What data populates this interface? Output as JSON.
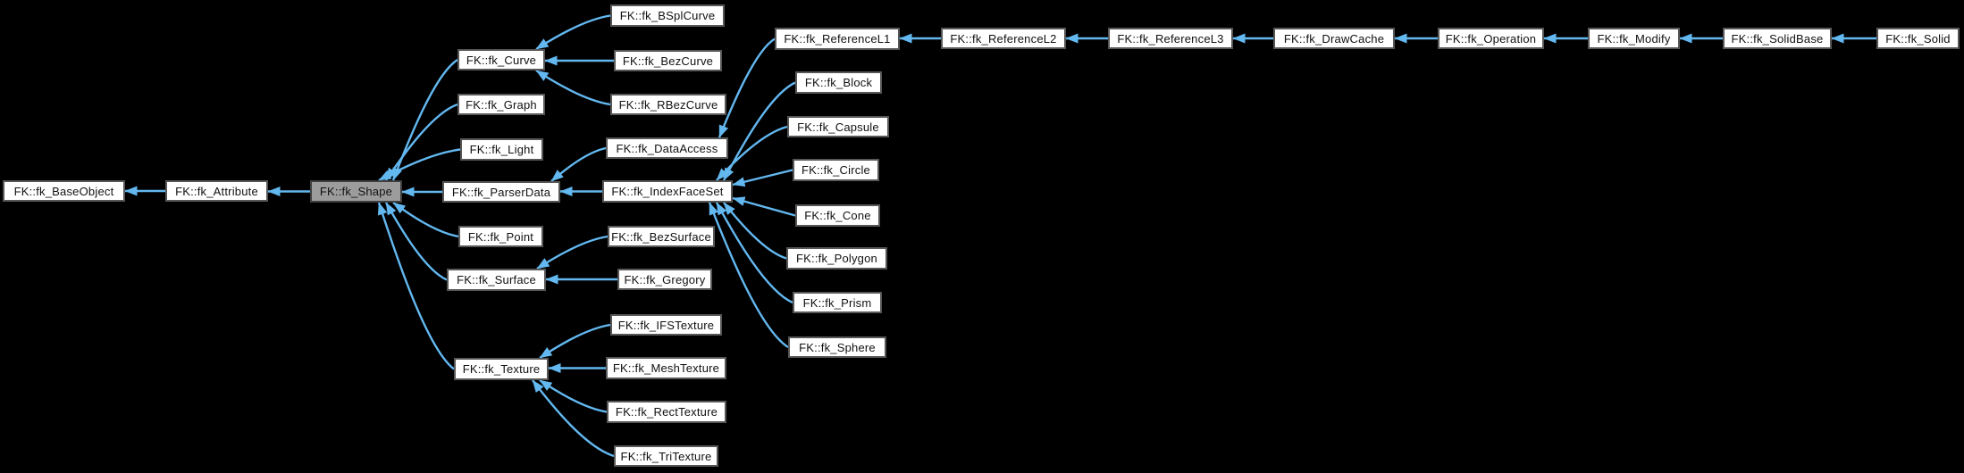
{
  "diagram": {
    "type": "class-inheritance-graph",
    "background_color": "#000000",
    "edge_color": "#63b8f0",
    "node_fill": "#ffffff",
    "node_border_color": "#575757",
    "highlight_node_fill": "#9c9c9c",
    "highlight_node_border_color": "#3f3f3f",
    "text_color": "#111111",
    "highlighted_node": "fk_Shape",
    "nodes": [
      {
        "id": "fk_BaseObject",
        "label": "FK::fk_BaseObject"
      },
      {
        "id": "fk_Attribute",
        "label": "FK::fk_Attribute"
      },
      {
        "id": "fk_Shape",
        "label": "FK::fk_Shape"
      },
      {
        "id": "fk_Curve",
        "label": "FK::fk_Curve"
      },
      {
        "id": "fk_Graph",
        "label": "FK::fk_Graph"
      },
      {
        "id": "fk_Light",
        "label": "FK::fk_Light"
      },
      {
        "id": "fk_ParserData",
        "label": "FK::fk_ParserData"
      },
      {
        "id": "fk_Point",
        "label": "FK::fk_Point"
      },
      {
        "id": "fk_Surface",
        "label": "FK::fk_Surface"
      },
      {
        "id": "fk_Texture",
        "label": "FK::fk_Texture"
      },
      {
        "id": "fk_BSplCurve",
        "label": "FK::fk_BSplCurve"
      },
      {
        "id": "fk_BezCurve",
        "label": "FK::fk_BezCurve"
      },
      {
        "id": "fk_RBezCurve",
        "label": "FK::fk_RBezCurve"
      },
      {
        "id": "fk_DataAccess",
        "label": "FK::fk_DataAccess"
      },
      {
        "id": "fk_IndexFaceSet",
        "label": "FK::fk_IndexFaceSet"
      },
      {
        "id": "fk_BezSurface",
        "label": "FK::fk_BezSurface"
      },
      {
        "id": "fk_Gregory",
        "label": "FK::fk_Gregory"
      },
      {
        "id": "fk_IFSTexture",
        "label": "FK::fk_IFSTexture"
      },
      {
        "id": "fk_MeshTexture",
        "label": "FK::fk_MeshTexture"
      },
      {
        "id": "fk_RectTexture",
        "label": "FK::fk_RectTexture"
      },
      {
        "id": "fk_TriTexture",
        "label": "FK::fk_TriTexture"
      },
      {
        "id": "fk_ReferenceL1",
        "label": "FK::fk_ReferenceL1"
      },
      {
        "id": "fk_Block",
        "label": "FK::fk_Block"
      },
      {
        "id": "fk_Capsule",
        "label": "FK::fk_Capsule"
      },
      {
        "id": "fk_Circle",
        "label": "FK::fk_Circle"
      },
      {
        "id": "fk_Cone",
        "label": "FK::fk_Cone"
      },
      {
        "id": "fk_Polygon",
        "label": "FK::fk_Polygon"
      },
      {
        "id": "fk_Prism",
        "label": "FK::fk_Prism"
      },
      {
        "id": "fk_Sphere",
        "label": "FK::fk_Sphere"
      },
      {
        "id": "fk_ReferenceL2",
        "label": "FK::fk_ReferenceL2"
      },
      {
        "id": "fk_ReferenceL3",
        "label": "FK::fk_ReferenceL3"
      },
      {
        "id": "fk_DrawCache",
        "label": "FK::fk_DrawCache"
      },
      {
        "id": "fk_Operation",
        "label": "FK::fk_Operation"
      },
      {
        "id": "fk_Modify",
        "label": "FK::fk_Modify"
      },
      {
        "id": "fk_SolidBase",
        "label": "FK::fk_SolidBase"
      },
      {
        "id": "fk_Solid",
        "label": "FK::fk_Solid"
      }
    ],
    "edges": [
      {
        "from": "fk_Attribute",
        "to": "fk_BaseObject"
      },
      {
        "from": "fk_Shape",
        "to": "fk_Attribute"
      },
      {
        "from": "fk_Curve",
        "to": "fk_Shape"
      },
      {
        "from": "fk_Graph",
        "to": "fk_Shape"
      },
      {
        "from": "fk_Light",
        "to": "fk_Shape"
      },
      {
        "from": "fk_ParserData",
        "to": "fk_Shape"
      },
      {
        "from": "fk_Point",
        "to": "fk_Shape"
      },
      {
        "from": "fk_Surface",
        "to": "fk_Shape"
      },
      {
        "from": "fk_Texture",
        "to": "fk_Shape"
      },
      {
        "from": "fk_BSplCurve",
        "to": "fk_Curve"
      },
      {
        "from": "fk_BezCurve",
        "to": "fk_Curve"
      },
      {
        "from": "fk_RBezCurve",
        "to": "fk_Curve"
      },
      {
        "from": "fk_DataAccess",
        "to": "fk_ParserData"
      },
      {
        "from": "fk_IndexFaceSet",
        "to": "fk_ParserData"
      },
      {
        "from": "fk_BezSurface",
        "to": "fk_Surface"
      },
      {
        "from": "fk_Gregory",
        "to": "fk_Surface"
      },
      {
        "from": "fk_IFSTexture",
        "to": "fk_Texture"
      },
      {
        "from": "fk_MeshTexture",
        "to": "fk_Texture"
      },
      {
        "from": "fk_RectTexture",
        "to": "fk_Texture"
      },
      {
        "from": "fk_TriTexture",
        "to": "fk_Texture"
      },
      {
        "from": "fk_ReferenceL1",
        "to": "fk_DataAccess"
      },
      {
        "from": "fk_Block",
        "to": "fk_IndexFaceSet"
      },
      {
        "from": "fk_Capsule",
        "to": "fk_IndexFaceSet"
      },
      {
        "from": "fk_Circle",
        "to": "fk_IndexFaceSet"
      },
      {
        "from": "fk_Cone",
        "to": "fk_IndexFaceSet"
      },
      {
        "from": "fk_Polygon",
        "to": "fk_IndexFaceSet"
      },
      {
        "from": "fk_Prism",
        "to": "fk_IndexFaceSet"
      },
      {
        "from": "fk_Sphere",
        "to": "fk_IndexFaceSet"
      },
      {
        "from": "fk_ReferenceL2",
        "to": "fk_ReferenceL1"
      },
      {
        "from": "fk_ReferenceL3",
        "to": "fk_ReferenceL2"
      },
      {
        "from": "fk_DrawCache",
        "to": "fk_ReferenceL3"
      },
      {
        "from": "fk_Operation",
        "to": "fk_DrawCache"
      },
      {
        "from": "fk_Modify",
        "to": "fk_Operation"
      },
      {
        "from": "fk_SolidBase",
        "to": "fk_Modify"
      },
      {
        "from": "fk_Solid",
        "to": "fk_SolidBase"
      }
    ]
  }
}
